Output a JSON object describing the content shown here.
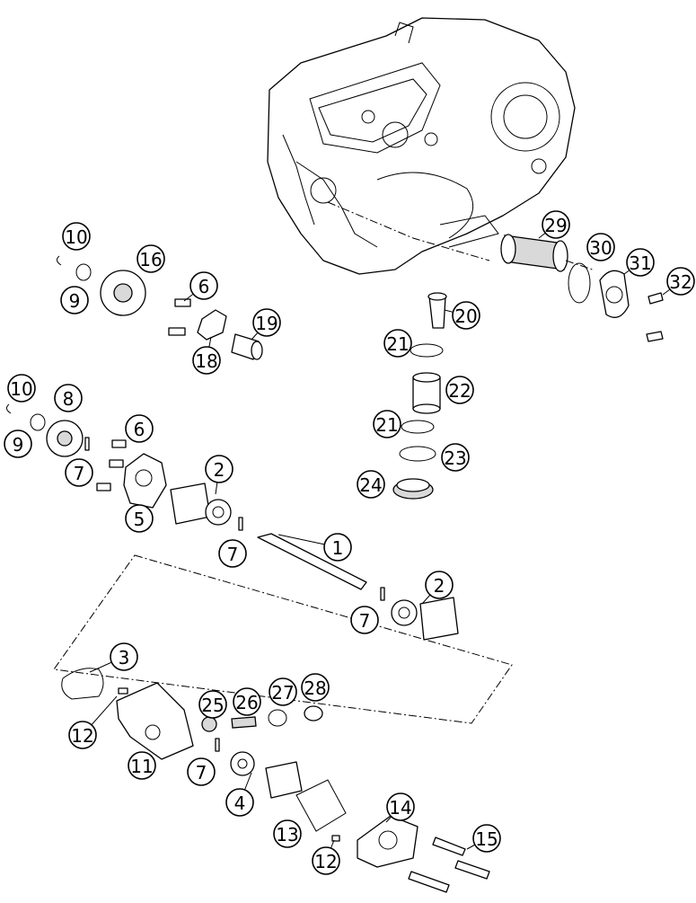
{
  "diagram": {
    "callouts": [
      {
        "id": "c1",
        "label": "1"
      },
      {
        "id": "c2a",
        "label": "2"
      },
      {
        "id": "c2b",
        "label": "2"
      },
      {
        "id": "c3",
        "label": "3"
      },
      {
        "id": "c4",
        "label": "4"
      },
      {
        "id": "c5",
        "label": "5"
      },
      {
        "id": "c6a",
        "label": "6"
      },
      {
        "id": "c6b",
        "label": "6"
      },
      {
        "id": "c7a",
        "label": "7"
      },
      {
        "id": "c7b",
        "label": "7"
      },
      {
        "id": "c7c",
        "label": "7"
      },
      {
        "id": "c7d",
        "label": "7"
      },
      {
        "id": "c8",
        "label": "8"
      },
      {
        "id": "c9a",
        "label": "9"
      },
      {
        "id": "c9b",
        "label": "9"
      },
      {
        "id": "c10a",
        "label": "10"
      },
      {
        "id": "c10b",
        "label": "10"
      },
      {
        "id": "c11",
        "label": "11"
      },
      {
        "id": "c12a",
        "label": "12"
      },
      {
        "id": "c12b",
        "label": "12"
      },
      {
        "id": "c13",
        "label": "13"
      },
      {
        "id": "c14",
        "label": "14"
      },
      {
        "id": "c15",
        "label": "15"
      },
      {
        "id": "c16",
        "label": "16"
      },
      {
        "id": "c18",
        "label": "18"
      },
      {
        "id": "c19",
        "label": "19"
      },
      {
        "id": "c20",
        "label": "20"
      },
      {
        "id": "c21a",
        "label": "21"
      },
      {
        "id": "c21b",
        "label": "21"
      },
      {
        "id": "c22",
        "label": "22"
      },
      {
        "id": "c23",
        "label": "23"
      },
      {
        "id": "c24",
        "label": "24"
      },
      {
        "id": "c25",
        "label": "25"
      },
      {
        "id": "c26",
        "label": "26"
      },
      {
        "id": "c27",
        "label": "27"
      },
      {
        "id": "c28",
        "label": "28"
      },
      {
        "id": "c29",
        "label": "29"
      },
      {
        "id": "c30",
        "label": "30"
      },
      {
        "id": "c31",
        "label": "31"
      },
      {
        "id": "c32",
        "label": "32"
      }
    ]
  }
}
